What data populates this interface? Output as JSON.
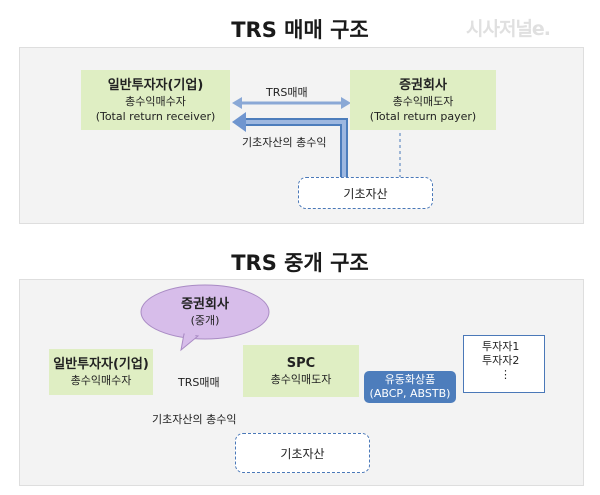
{
  "logo": "시사저널e.",
  "section1": {
    "title": "TRS 매매 구조",
    "left_box": {
      "name": "일반투자자(기업)",
      "role": "총수익매수자",
      "eng": "(Total return receiver)"
    },
    "right_box": {
      "name": "증권회사",
      "role": "총수익매도자",
      "eng": "(Total return payer)"
    },
    "trade_label": "TRS매매",
    "return_label": "기초자산의 총수익",
    "asset_label": "기초자산"
  },
  "section2": {
    "title": "TRS 중개 구조",
    "bubble": {
      "name": "증권회사",
      "role": "(중개)"
    },
    "left_box": {
      "name": "일반투자자(기업)",
      "role": "총수익매수자"
    },
    "spc_box": {
      "name": "SPC",
      "role": "총수익매도자"
    },
    "trade_label": "TRS매매",
    "return_label": "기초자산의 총수익",
    "asset_label": "기초자산",
    "securities": {
      "name": "유동화상품",
      "detail": "(ABCP, ABSTB)"
    },
    "investors": [
      "투자자1",
      "투자자2",
      "⋮"
    ]
  },
  "colors": {
    "box": "#dfeec3",
    "arrow": "#8aa8d6",
    "arrow_dark": "#4d7dbc",
    "panel": "#f3f3f3",
    "bubble": "#d7bdea"
  }
}
